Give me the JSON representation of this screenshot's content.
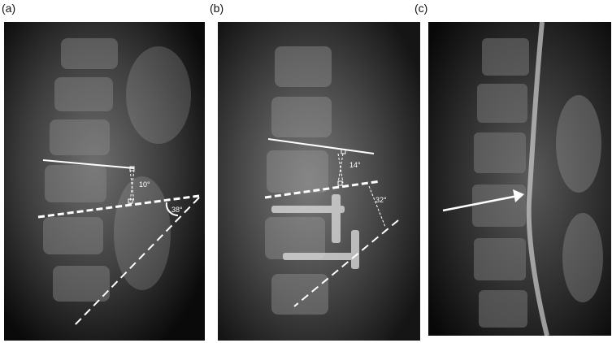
{
  "figure": {
    "panels": [
      {
        "label": "(a)",
        "angles": [
          "10°",
          "38°"
        ]
      },
      {
        "label": "(b)",
        "angles": [
          "14°",
          "32°"
        ]
      },
      {
        "label": "(c)"
      }
    ]
  }
}
